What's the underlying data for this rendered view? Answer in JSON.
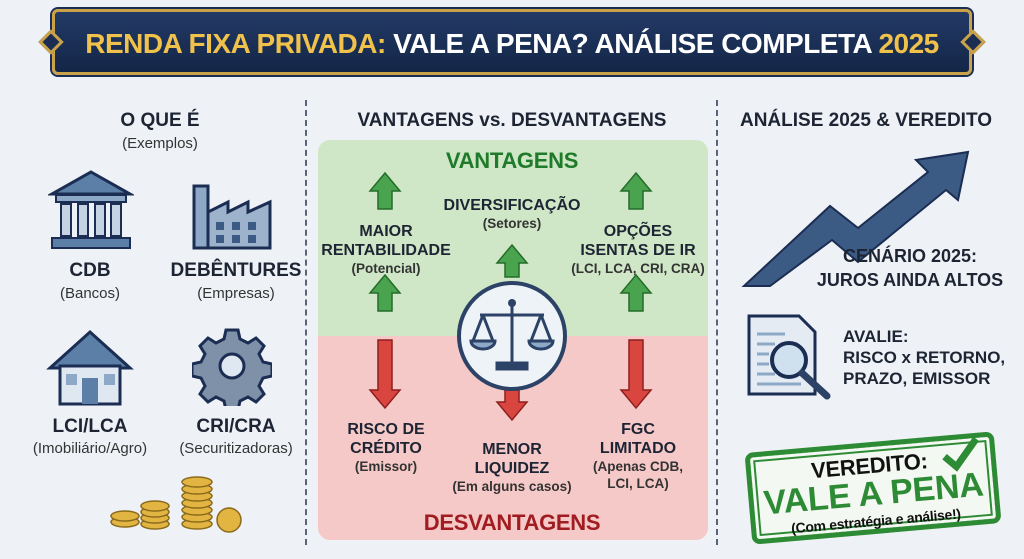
{
  "banner": {
    "title_part1": "RENDA FIXA PRIVADA:",
    "title_part2": " VALE A PENA? ANÁLISE COMPLETA ",
    "title_year": "2025"
  },
  "left": {
    "heading": "O QUE É",
    "subheading": "(Exemplos)",
    "items": [
      {
        "label": "CDB",
        "sub": "(Bancos)",
        "icon": "bank-icon"
      },
      {
        "label": "DEBÊNTURES",
        "sub": "(Empresas)",
        "icon": "factory-icon"
      },
      {
        "label": "LCI/LCA",
        "sub": "(Imobiliário/Agro)",
        "icon": "house-icon"
      },
      {
        "label": "CRI/CRA",
        "sub": "(Securitizadoras)",
        "icon": "gear-icon"
      }
    ]
  },
  "middle": {
    "heading": "VANTAGENS vs. DESVANTAGENS",
    "advantages_title": "VANTAGENS",
    "disadvantages_title": "DESVANTAGENS",
    "advantages": [
      {
        "line1": "MAIOR",
        "line2": "RENTABILIDADE",
        "sub": "(Potencial)"
      },
      {
        "line1": "DIVERSIFICAÇÃO",
        "sub": "(Setores)"
      },
      {
        "line1": "OPÇÕES",
        "line2": "ISENTAS DE IR",
        "sub": "(LCI, LCA, CRI, CRA)"
      }
    ],
    "disadvantages": [
      {
        "line1": "RISCO DE",
        "line2": "CRÉDITO",
        "sub": "(Emissor)"
      },
      {
        "line1": "MENOR",
        "line2": "LIQUIDEZ",
        "sub": "(Em alguns casos)"
      },
      {
        "line1": "FGC",
        "line2": "LIMITADO",
        "sub": "(Apenas CDB,",
        "sub2": "LCI, LCA)"
      }
    ]
  },
  "right": {
    "heading": "ANÁLISE 2025 & VEREDITO",
    "scenario_line1": "CENÁRIO 2025:",
    "scenario_line2": "JUROS AINDA ALTOS",
    "evaluate_line1": "AVALIE:",
    "evaluate_line2": "RISCO x RETORNO,",
    "evaluate_line3": "PRAZO, EMISSOR",
    "verdict_label": "VEREDITO:",
    "verdict_value": "VALE A PENA",
    "verdict_note": "(Com estratégia e análise!)"
  },
  "colors": {
    "navy": "#1b2d52",
    "gold": "#c9a24a",
    "green": "#2e8b35",
    "red": "#b3262a",
    "green_bg": "#cfe7c6",
    "red_bg": "#f5c9c7"
  }
}
